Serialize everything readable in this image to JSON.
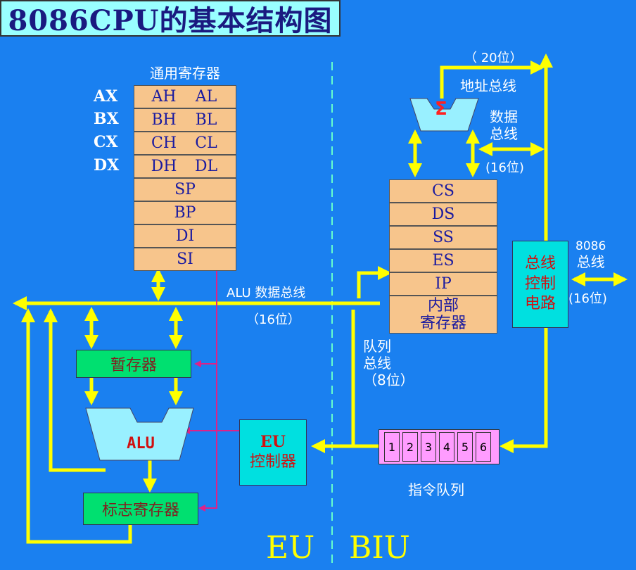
{
  "title": "8086CPU的基本结构图",
  "gp_registers": {
    "heading": "通用寄存器",
    "pairs": [
      {
        "name": "AX",
        "high": "AH",
        "low": "AL"
      },
      {
        "name": "BX",
        "high": "BH",
        "low": "BL"
      },
      {
        "name": "CX",
        "high": "CH",
        "low": "CL"
      },
      {
        "name": "DX",
        "high": "DH",
        "low": "DL"
      }
    ],
    "pointers": [
      "SP",
      "BP",
      "DI",
      "SI"
    ]
  },
  "alu_bus": {
    "label": "ALU 数据总线",
    "width": "（16位）"
  },
  "temp_register": "暂存器",
  "alu": "ALU",
  "flag_register": "标志寄存器",
  "eu_control": {
    "line1": "EU",
    "line2": "控制器"
  },
  "queue_bus": {
    "line1": "队列",
    "line2": "总线",
    "line3": "（8位）"
  },
  "instruction_queue": {
    "cells": [
      "1",
      "2",
      "3",
      "4",
      "5",
      "6"
    ],
    "label": "指令队列"
  },
  "adder": "Σ",
  "address_bus": {
    "width": "（ 20位）",
    "label": "地址总线"
  },
  "data_bus": {
    "line1": "数据",
    "line2": "总线",
    "width": "(16位)"
  },
  "segment_registers": [
    "CS",
    "DS",
    "SS",
    "ES",
    "IP"
  ],
  "internal_registers": {
    "line1": "内部",
    "line2": "寄存器"
  },
  "bus_control": {
    "line1": "总线",
    "line2": "控制",
    "line3": "电路"
  },
  "external_bus": {
    "line1": "8086",
    "line2": "总线",
    "width": "(16位)"
  },
  "units": {
    "eu": "EU",
    "biu": "BIU"
  },
  "colors": {
    "background": "#1a80f0",
    "bus": "#ffff00",
    "register": "#f7c58c",
    "control": "#cc2288"
  }
}
